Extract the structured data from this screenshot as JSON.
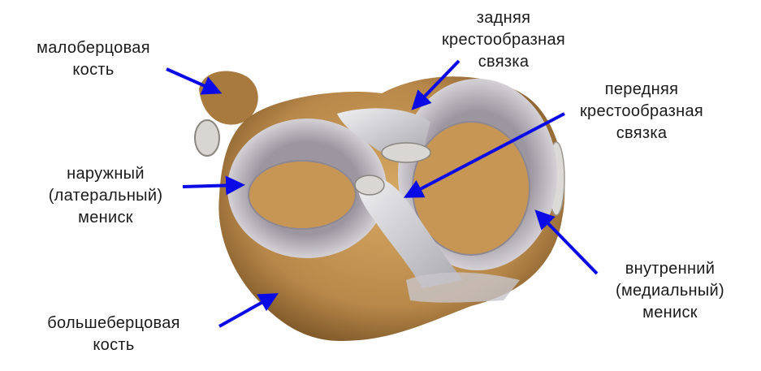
{
  "labels": {
    "fibula": [
      "малоберцовая",
      "кость"
    ],
    "pcl": [
      "задняя",
      "крестообразная",
      "связка"
    ],
    "acl": [
      "передняя",
      "крестообразная",
      "связка"
    ],
    "lateral_meniscus": [
      "наружный",
      "(латеральный)",
      "мениск"
    ],
    "medial_meniscus": [
      "внутренний",
      "(медиальный)",
      "мениск"
    ],
    "tibia": [
      "большеберцовая",
      "кость"
    ]
  },
  "colors": {
    "arrow": "#0a0ae6",
    "bone": "#b8884a",
    "meniscus": "#c9c5cc",
    "ligament": "#dcdcdf"
  }
}
